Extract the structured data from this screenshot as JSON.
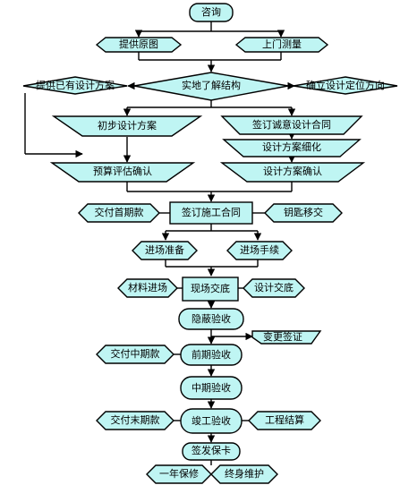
{
  "nodes": {
    "consult": "咨询",
    "provide_drawings": "提供原图",
    "site_measure": "上门测量",
    "existing_design": "提供已有设计方案",
    "inspect_structure": "实地了解结构",
    "design_direction": "确立设计定位方向",
    "preliminary_design": "初步设计方案",
    "intent_contract": "签订诚意设计合同",
    "design_refine": "设计方案细化",
    "budget_confirm": "预算评估确认",
    "design_confirm": "设计方案确认",
    "first_payment": "交付首期款",
    "sign_contract": "签订施工合同",
    "key_handover": "钥匙移交",
    "site_prep": "进场准备",
    "site_formalities": "进场手续",
    "materials_in": "材料进场",
    "site_handover": "现场交底",
    "design_handover": "设计交底",
    "hidden_acceptance": "隐蔽验收",
    "change_order": "变更签证",
    "mid_payment": "交付中期款",
    "early_acceptance": "前期验收",
    "mid_acceptance": "中期验收",
    "final_payment": "交付末期款",
    "completion_acceptance": "竣工验收",
    "settlement": "工程结算",
    "warranty_card": "签发保卡",
    "one_year_warranty": "一年保修",
    "lifetime_maintenance": "终身维护"
  },
  "colors": {
    "fill": "#bff5f3",
    "stroke": "#000000"
  }
}
